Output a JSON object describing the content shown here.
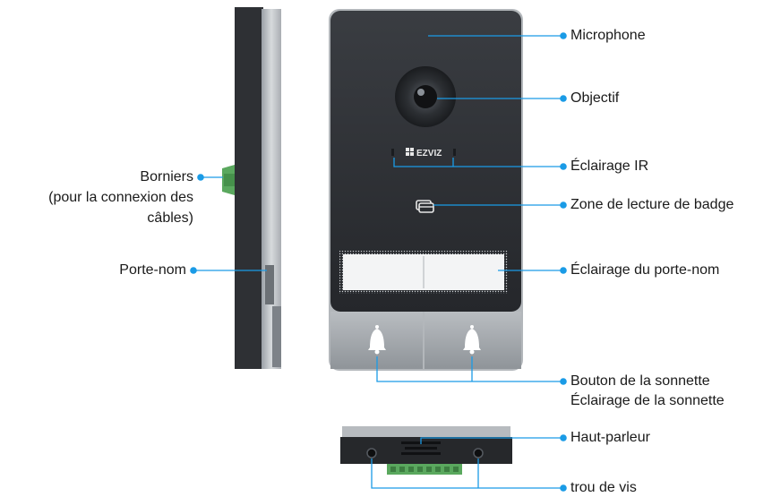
{
  "brand": "EZVIZ",
  "accent_color": "#1a9be6",
  "labels": {
    "microphone": "Microphone",
    "lens": "Objectif",
    "ir_light": "Éclairage IR",
    "card_reader": "Zone de lecture de badge",
    "nameplate_light": "Éclairage du porte-nom",
    "bell_button": "Bouton de la sonnette",
    "bell_light": "Éclairage de la sonnette",
    "speaker": "Haut-parleur",
    "screw_hole": "trou de vis",
    "terminals_line1": "Borniers",
    "terminals_line2": "(pour la connexion des",
    "terminals_line3": "câbles)",
    "nameplate_holder": "Porte-nom"
  },
  "icons": {
    "bell": "bell-icon",
    "card": "card-icon",
    "lens": "camera-lens-icon",
    "logo": "ezviz-logo-icon"
  }
}
